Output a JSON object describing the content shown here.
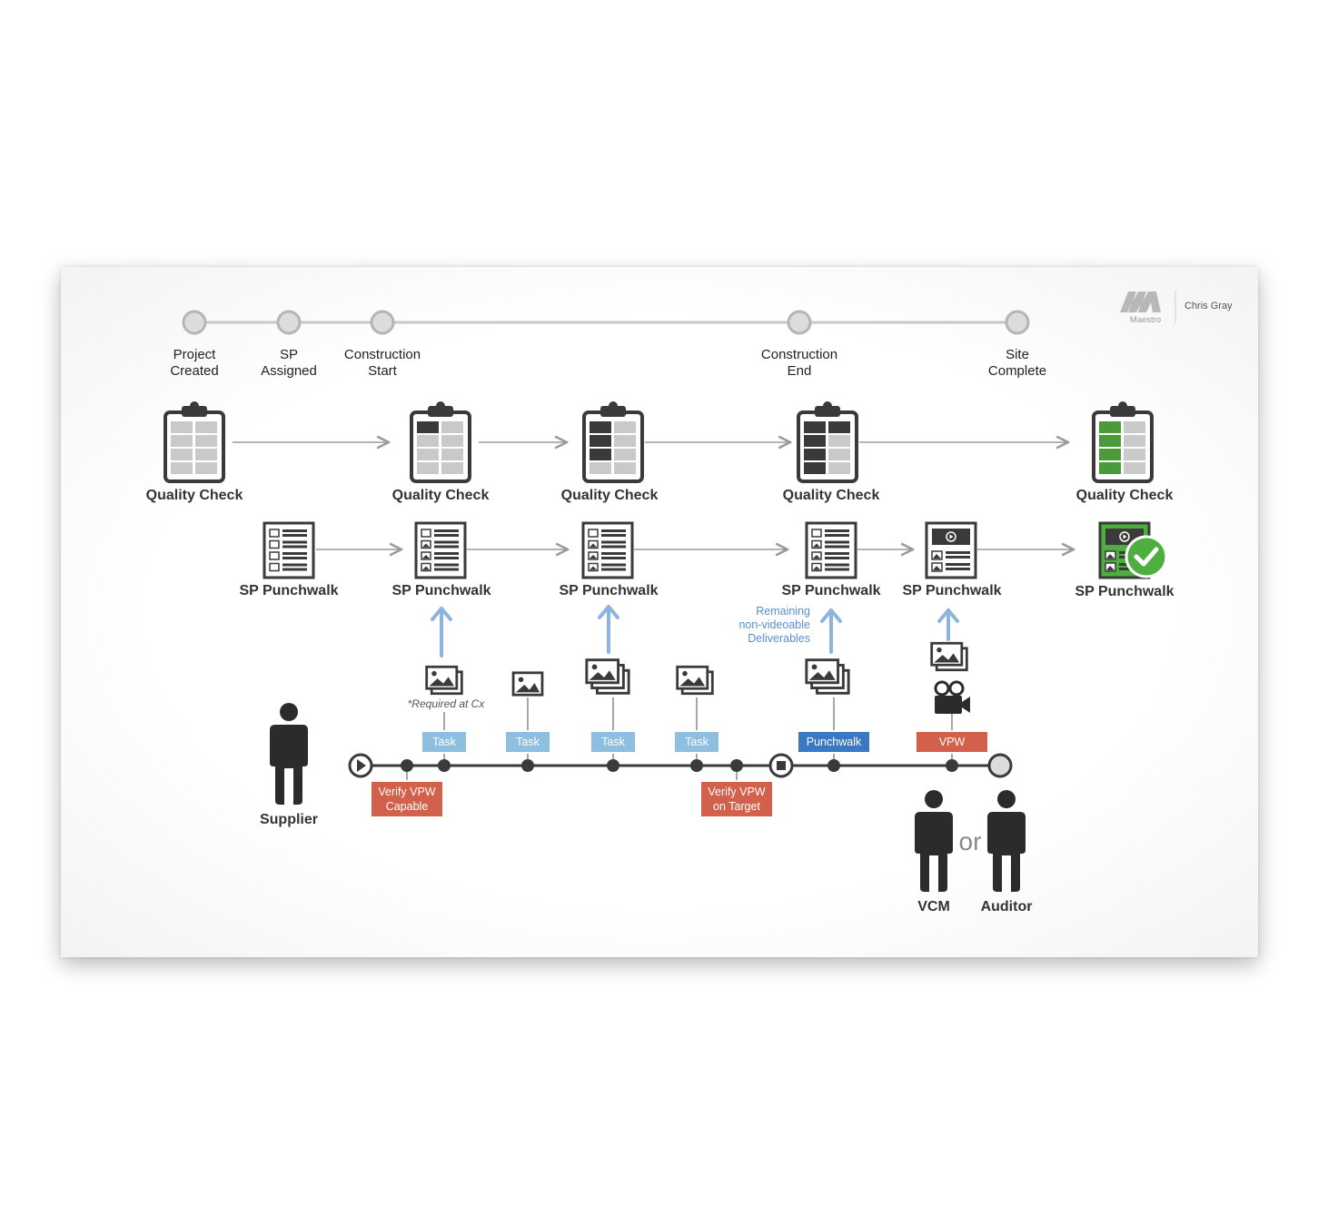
{
  "brand": {
    "logo_text": "Maestro",
    "user_name": "Chris Gray"
  },
  "milestones": [
    {
      "line1": "Project",
      "line2": "Created"
    },
    {
      "line1": "SP",
      "line2": "Assigned"
    },
    {
      "line1": "Construction",
      "line2": "Start"
    },
    {
      "line1": "Construction",
      "line2": "End"
    },
    {
      "line1": "Site",
      "line2": "Complete"
    }
  ],
  "quality_checks": [
    {
      "label": "Quality Check",
      "filled_cells": 0,
      "color": "#3a3a3a"
    },
    {
      "label": "Quality Check",
      "filled_cells": 1,
      "color": "#3a3a3a"
    },
    {
      "label": "Quality Check",
      "filled_cells": 3,
      "color": "#3a3a3a"
    },
    {
      "label": "Quality Check",
      "filled_cells": 5,
      "color": "#3a3a3a"
    },
    {
      "label": "Quality Check",
      "filled_cells": 4,
      "color": "#4a9a3a"
    }
  ],
  "punchwalks": [
    {
      "label": "SP Punchwalk",
      "variant": "checklist"
    },
    {
      "label": "SP Punchwalk",
      "variant": "photo-list"
    },
    {
      "label": "SP Punchwalk",
      "variant": "photo-list"
    },
    {
      "label": "SP Punchwalk",
      "variant": "photo-list"
    },
    {
      "label": "SP Punchwalk",
      "variant": "video"
    },
    {
      "label": "SP Punchwalk",
      "variant": "complete"
    }
  ],
  "remaining_note": [
    "Remaining",
    "non-videoable",
    "Deliverables"
  ],
  "required_note": "*Required at Cx",
  "tags": {
    "task": "Task",
    "punchwalk": "Punchwalk",
    "vpw": "VPW",
    "verify_capable": [
      "Verify VPW",
      "Capable"
    ],
    "verify_target": [
      "Verify VPW",
      "on Target"
    ]
  },
  "people": {
    "supplier": "Supplier",
    "vcm": "VCM",
    "auditor": "Auditor",
    "or": "or"
  },
  "colors": {
    "task_tag": "#8fbfe0",
    "punchwalk_tag": "#3a78c2",
    "vpw_tag": "#d2604a",
    "arrow_blue": "#8db4dd",
    "check_green": "#4caf3e",
    "gray_track": "#c8c8c8"
  },
  "icons": [
    "clipboard-icon",
    "punchwalk-form-icon",
    "photo-stack-icon",
    "video-camera-icon",
    "person-icon",
    "check-badge-icon",
    "play-start-icon",
    "stop-icon"
  ]
}
